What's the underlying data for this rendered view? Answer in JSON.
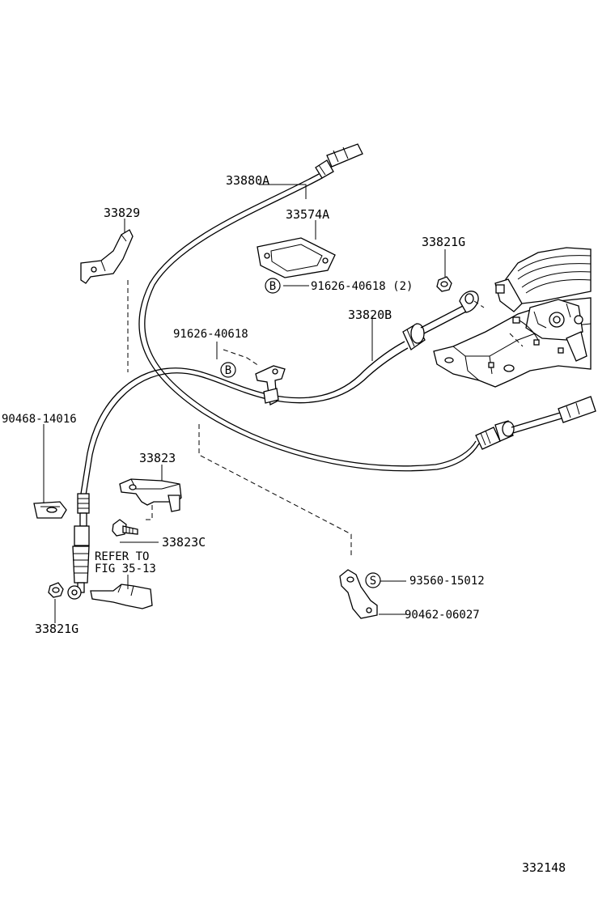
{
  "diagram": {
    "labels": {
      "p33880A": "33880A",
      "p33829": "33829",
      "p33574A": "33574A",
      "p33821G_top": "33821G",
      "p91626_40618_2": "91626-40618 (2)",
      "p33820B": "33820B",
      "p91626_40618": "91626-40618",
      "p90468_14016": "90468-14016",
      "p33823": "33823",
      "p33823C": "33823C",
      "refer_to": "REFER TO",
      "fig_ref": "FIG 35-13",
      "p93560_15012": "93560-15012",
      "p90462_06027": "90462-06027",
      "p33821G_bottom": "33821G",
      "diagram_number": "332148"
    },
    "markers": {
      "B": "B",
      "S": "S"
    }
  }
}
